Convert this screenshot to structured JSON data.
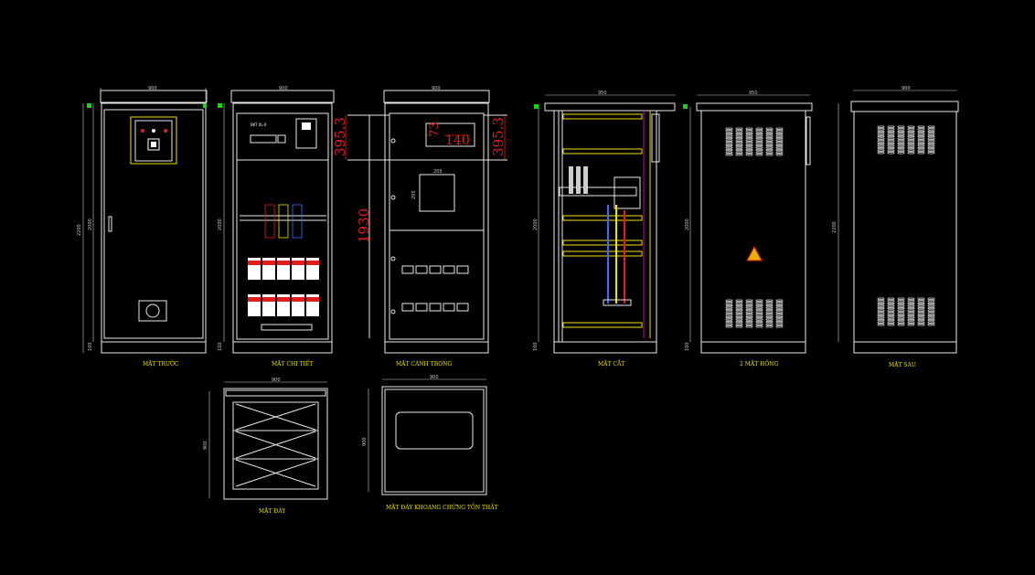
{
  "colors": {
    "background": "#000000",
    "caption": "#f0e000",
    "dimension_red": "#e41c1c",
    "line": "#e8e8e8",
    "hinge": "#19d219"
  },
  "views": {
    "front": {
      "caption": "MẶT TRƯỚC",
      "width": "900",
      "height": "2200",
      "height2": "2000",
      "base": "100"
    },
    "equipment": {
      "caption": "MẶT CHI TIẾT",
      "width": "900",
      "height": "2000",
      "base": "100",
      "meter_label": "BKT 0L-0"
    },
    "inner_door": {
      "caption": "MẶT CÁNH TRONG",
      "width": "900",
      "dim_395_left": "395.3",
      "dim_73": "73",
      "dim_140": "140",
      "dim_395_right": "395.3",
      "dim_1930": "1930",
      "panel_w": "205",
      "panel_h": "205"
    },
    "section": {
      "caption": "MẶT CẮT",
      "width": "950",
      "height": "2000",
      "base": "100"
    },
    "side": {
      "caption": "2 MẶT HÔNG",
      "width": "950",
      "height": "2000",
      "base": "100"
    },
    "back": {
      "caption": "MẶT SAU",
      "width": "900",
      "height": "2200"
    },
    "bottom": {
      "caption": "MẶT ĐÁY",
      "width": "900",
      "height": "900"
    },
    "top": {
      "caption": "MẶT ĐÁY KHOANG CHỨNG TỒN THẤT",
      "width": "900",
      "height": "900"
    }
  }
}
